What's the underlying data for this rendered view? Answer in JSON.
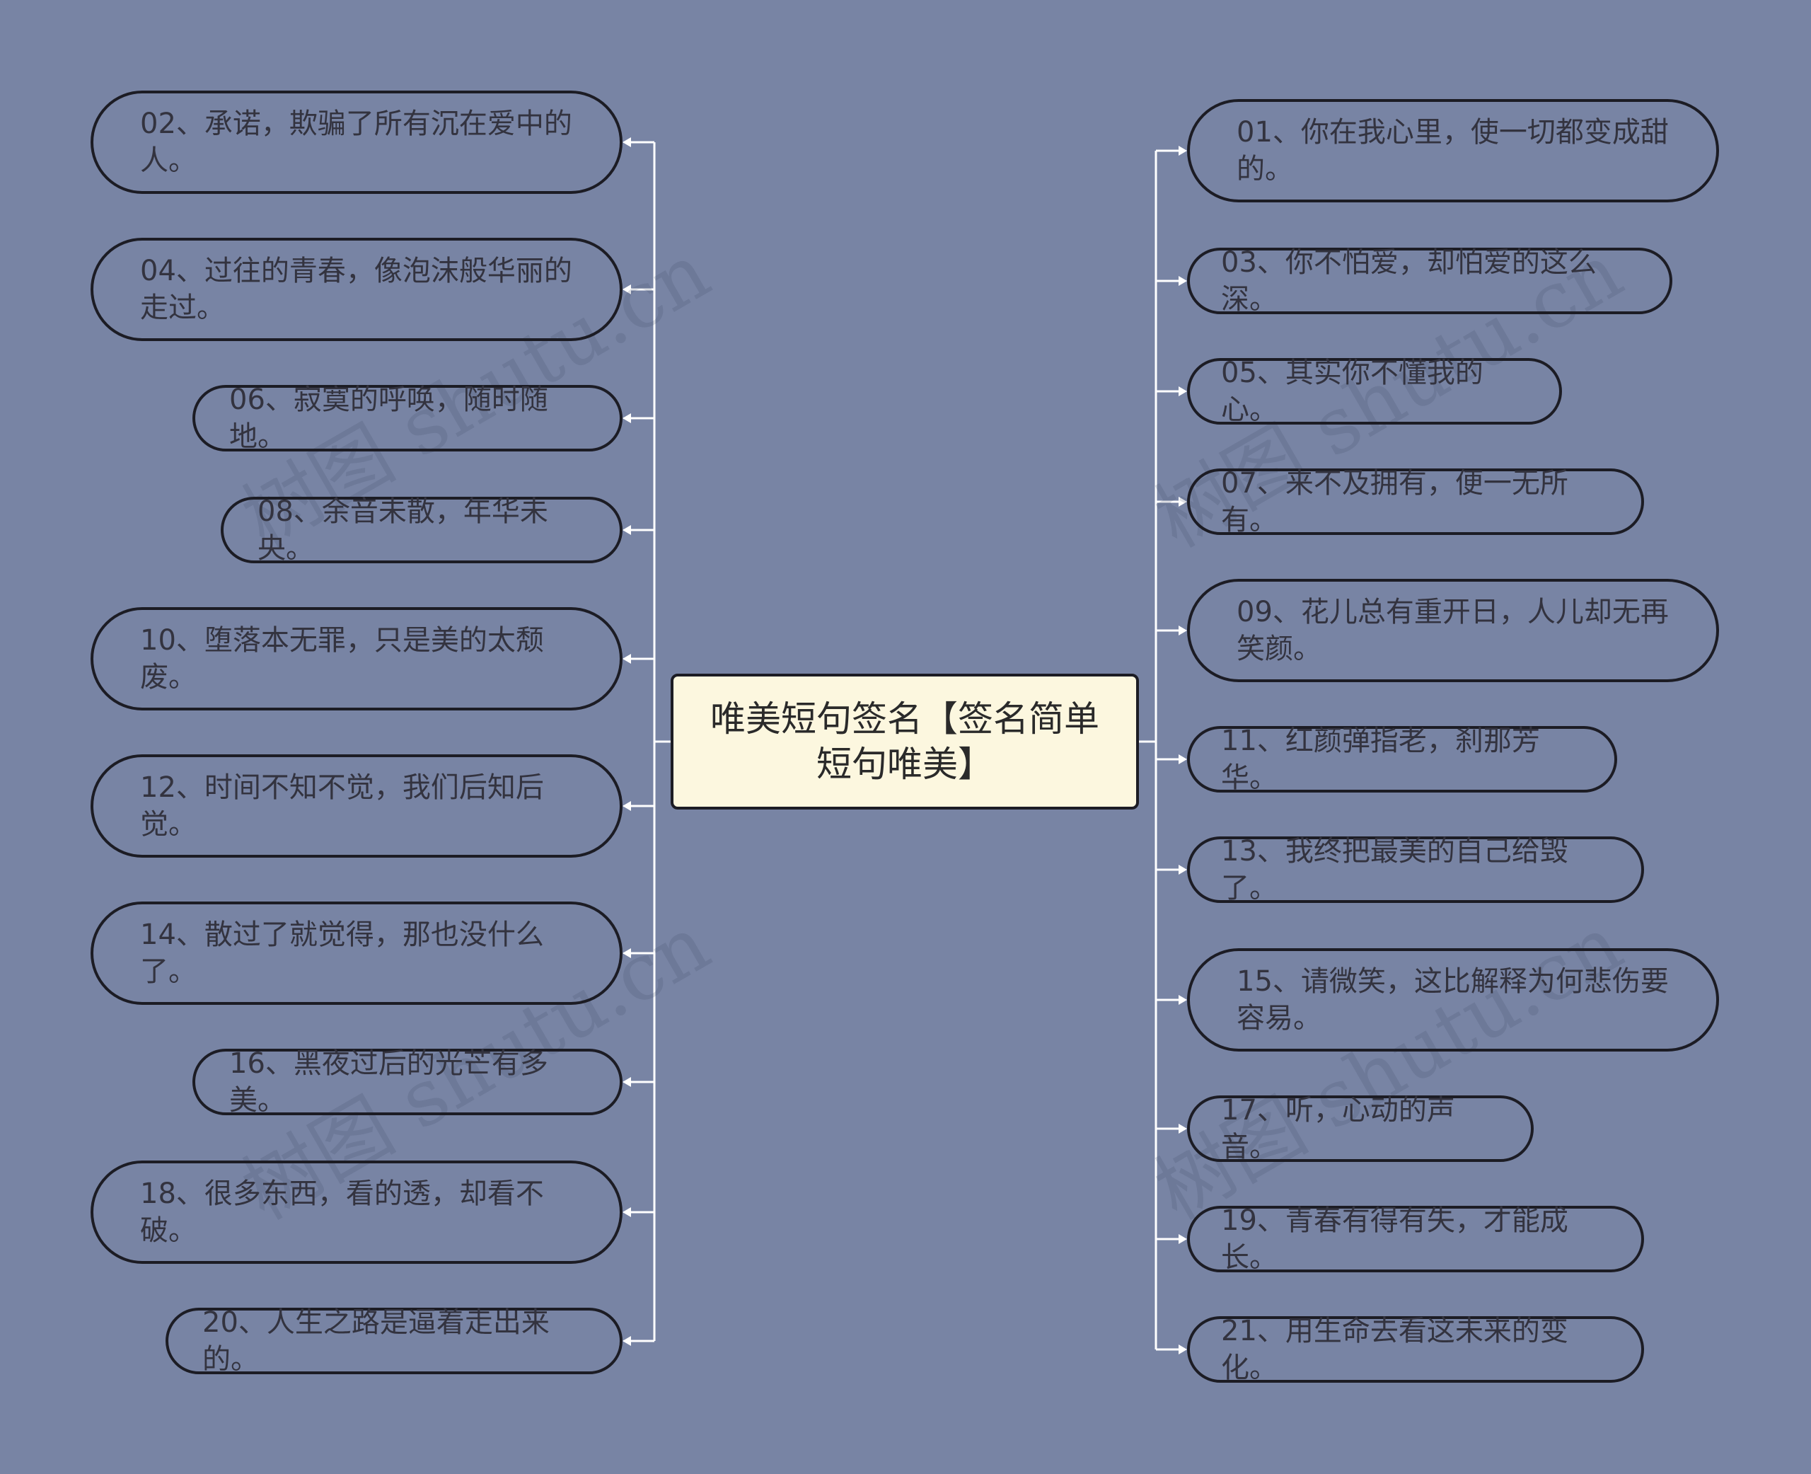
{
  "center": {
    "title": "唯美短句签名【签名简单短句唯美】"
  },
  "left_nodes": [
    "02、承诺，欺骗了所有沉在爱中的人。",
    "04、过往的青春，像泡沫般华丽的走过。",
    "06、寂寞的呼唤，随时随地。",
    "08、余音未散，年华未央。",
    "10、堕落本无罪，只是美的太颓废。",
    "12、时间不知不觉，我们后知后觉。",
    "14、散过了就觉得，那也没什么了。",
    "16、黑夜过后的光芒有多美。",
    "18、很多东西，看的透，却看不破。",
    "20、人生之路是逼着走出来的。"
  ],
  "right_nodes": [
    "01、你在我心里，使一切都变成甜的。",
    "03、你不怕爱，却怕爱的这么深。",
    "05、其实你不懂我的心。",
    "07、来不及拥有，便一无所有。",
    "09、花儿总有重开日，人儿却无再笑颜。",
    "11、红颜弹指老，刹那芳华。",
    "13、我终把最美的自己给毁了。",
    "15、请微笑，这比解释为何悲伤要容易。",
    "17、听，心动的声音。",
    "19、青春有得有失，才能成长。",
    "21、用生命去看这未来的变化。"
  ],
  "watermark": "树图 shutu.cn",
  "colors": {
    "background": "#7884a4",
    "center_fill": "#fcf7df",
    "node_border": "#1c1c24",
    "connector": "#ffffff"
  }
}
